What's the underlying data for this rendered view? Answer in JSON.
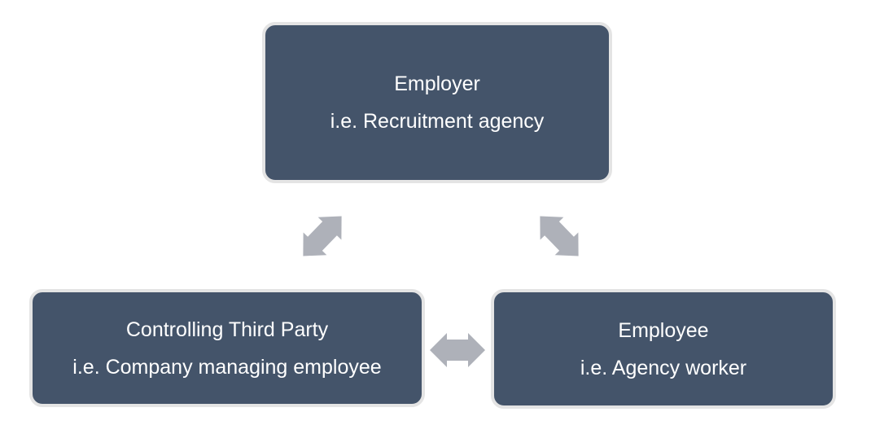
{
  "nodes": {
    "employer": {
      "title": "Employer",
      "subtitle": "i.e. Recruitment agency"
    },
    "third_party": {
      "title": "Controlling Third Party",
      "subtitle": "i.e. Company managing employee"
    },
    "employee": {
      "title": "Employee",
      "subtitle": "i.e. Agency worker"
    }
  },
  "connections": [
    {
      "from": "employer",
      "to": "third_party",
      "type": "bidirectional"
    },
    {
      "from": "employer",
      "to": "employee",
      "type": "bidirectional"
    },
    {
      "from": "third_party",
      "to": "employee",
      "type": "bidirectional"
    }
  ],
  "colors": {
    "box_fill": "#44546A",
    "box_border": "#E4E4E4",
    "arrow": "#AEB1B9",
    "text": "#FFFFFF"
  }
}
